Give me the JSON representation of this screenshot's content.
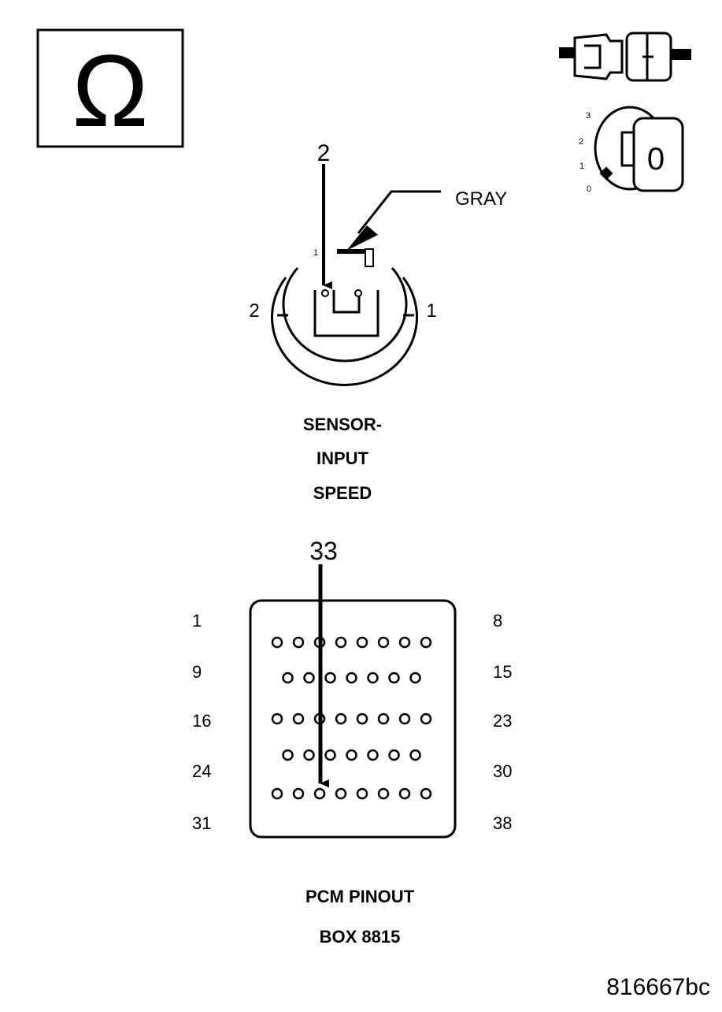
{
  "symbols": {
    "ohm": "Ω",
    "key_position_marks": [
      "3",
      "2",
      "1",
      "0"
    ],
    "key_position_current": "0"
  },
  "sensor": {
    "callout_pin": "2",
    "wire_color": "GRAY",
    "small_mark": "1",
    "side_left": "2",
    "side_right": "1",
    "title_lines": [
      "SENSOR-",
      "INPUT",
      "SPEED"
    ]
  },
  "pcm": {
    "callout_pin": "33",
    "row_labels_left": [
      "1",
      "9",
      "16",
      "24",
      "31"
    ],
    "row_labels_right": [
      "8",
      "15",
      "23",
      "30",
      "38"
    ],
    "row_pin_counts": [
      8,
      7,
      8,
      7,
      8
    ],
    "title_lines": [
      "PCM PINOUT",
      "BOX 8815"
    ]
  },
  "figure_id": "816667bc"
}
